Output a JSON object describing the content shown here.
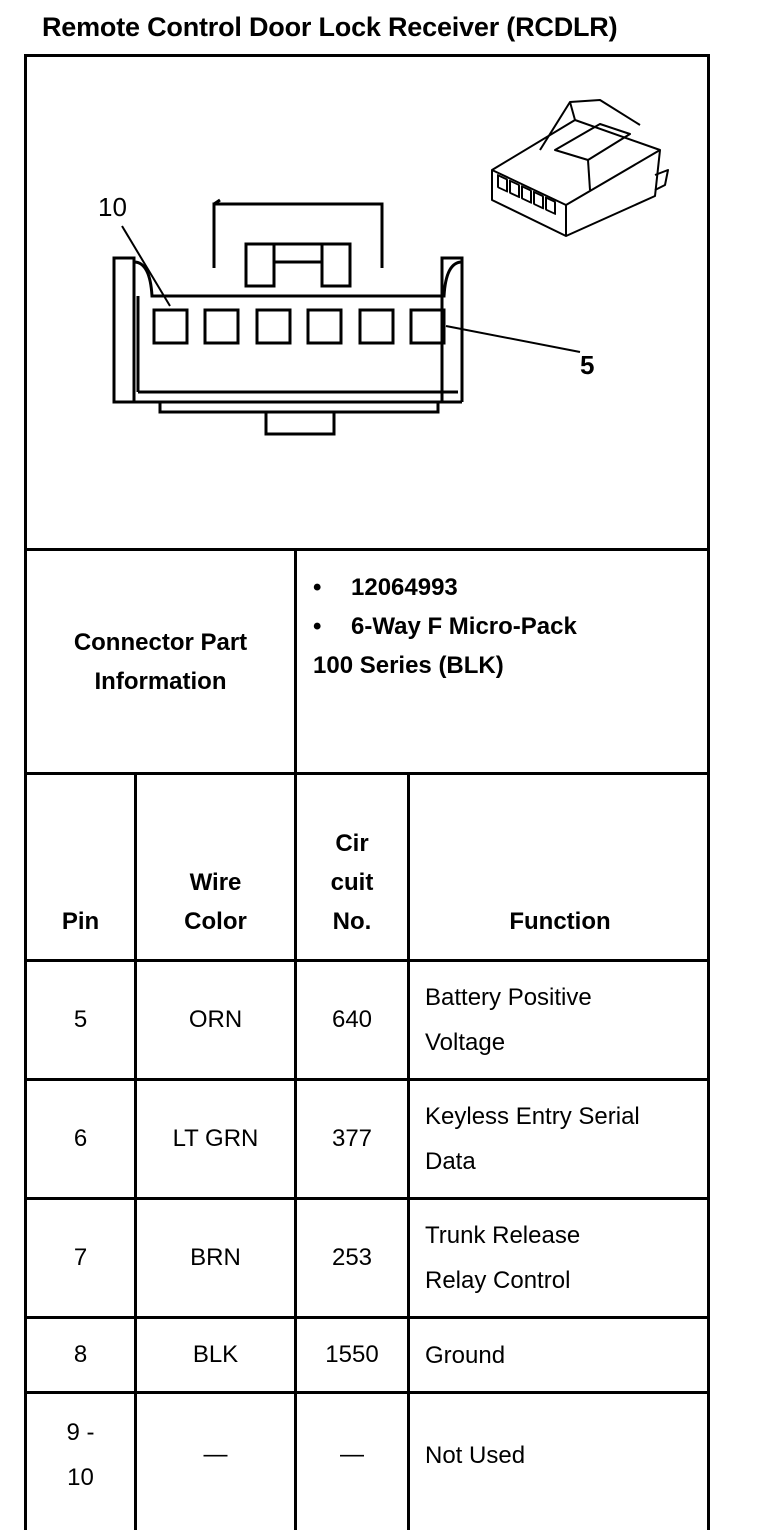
{
  "title": "Remote Control Door Lock Receiver (RCDLR)",
  "diagram": {
    "callout_left": "10",
    "callout_right": "5"
  },
  "connector_info": {
    "label": "Connector Part Information",
    "items": [
      "12064993",
      "6-Way F Micro-Pack"
    ],
    "extra_line": "100 Series (BLK)"
  },
  "table": {
    "headers": {
      "pin": "Pin",
      "wire_color": "Wire Color",
      "circuit": "Cir cuit No.",
      "function": "Function"
    },
    "rows": [
      {
        "pin": "5",
        "wire": "ORN",
        "circuit": "640",
        "function": "Battery Positive Voltage"
      },
      {
        "pin": "6",
        "wire": "LT GRN",
        "circuit": "377",
        "function": "Keyless Entry Serial Data"
      },
      {
        "pin": "7",
        "wire": "BRN",
        "circuit": "253",
        "function": "Trunk Release Relay Control"
      },
      {
        "pin": "8",
        "wire": "BLK",
        "circuit": "1550",
        "function": "Ground"
      },
      {
        "pin": "9 - 10",
        "wire": "—",
        "circuit": "—",
        "function": "Not Used"
      }
    ]
  }
}
